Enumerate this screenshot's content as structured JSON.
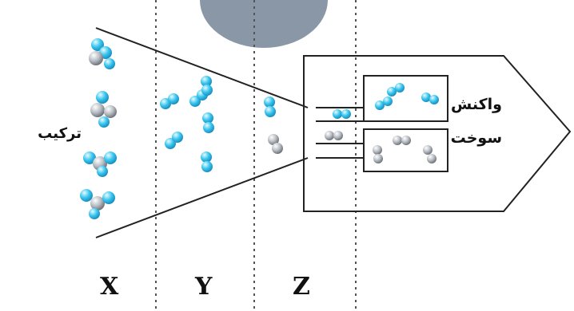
{
  "labels": {
    "left": "ترکیب",
    "right_line1": "واکنش",
    "right_line2": "سوخت",
    "columns": [
      "X",
      "Y",
      "Z"
    ]
  },
  "colors": {
    "cyan": "#39c6ee",
    "gray": "#9aa0a6",
    "stroke": "#222222",
    "dashed": "#555555",
    "top_disc": "#8a97a6"
  }
}
